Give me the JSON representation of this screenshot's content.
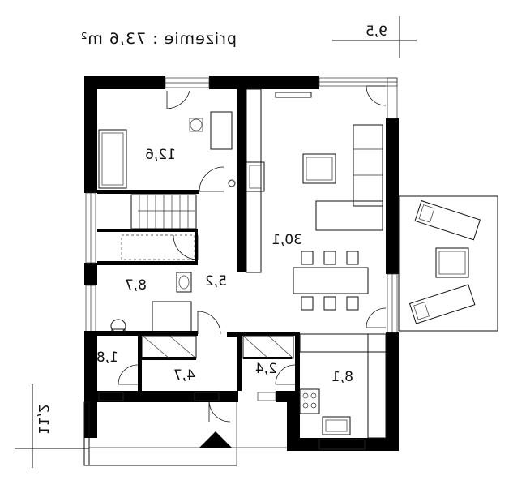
{
  "title": "prizemie : 73,6 m²",
  "dimensions": {
    "width": "9,5",
    "depth": "11,2"
  },
  "rooms": [
    {
      "id": "bedroom",
      "area": "12,6"
    },
    {
      "id": "living",
      "area": "30,1"
    },
    {
      "id": "bathroom",
      "area": "8,7"
    },
    {
      "id": "hall",
      "area": "5,2"
    },
    {
      "id": "wc",
      "area": "1,8"
    },
    {
      "id": "entry",
      "area": "4,7"
    },
    {
      "id": "storage",
      "area": "2,4"
    },
    {
      "id": "kitchen",
      "area": "8,1"
    }
  ]
}
